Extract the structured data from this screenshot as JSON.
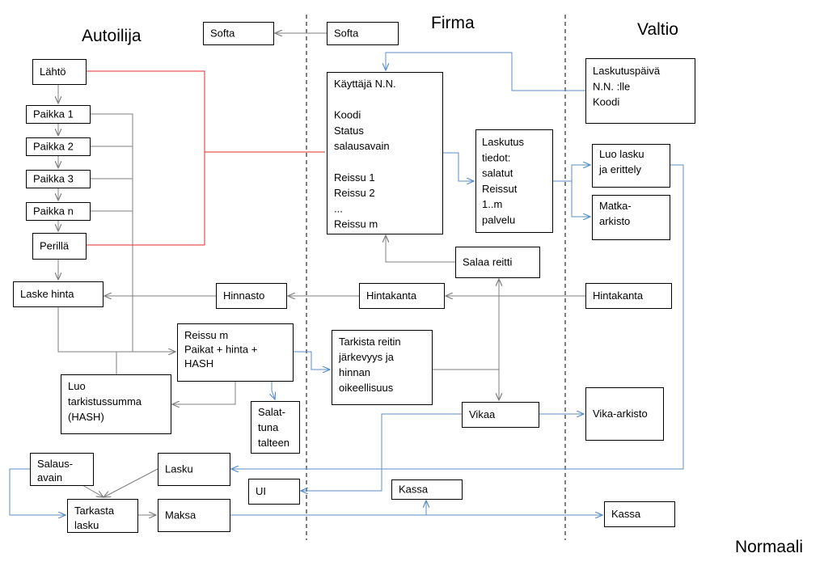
{
  "titles": {
    "autoilija": "Autoilija",
    "firma": "Firma",
    "valtio": "Valtio",
    "normaali": "Normaali"
  },
  "colors": {
    "gray": "#7f7f7f",
    "red": "#e32b2b",
    "blue": "#5b8fc7",
    "divider": "#000000"
  },
  "nodes": [
    {
      "id": "softa1",
      "lines": [
        "Softa"
      ]
    },
    {
      "id": "softa2",
      "lines": [
        "Softa"
      ]
    },
    {
      "id": "lahto",
      "lines": [
        "Lähtö"
      ]
    },
    {
      "id": "paikka1",
      "lines": [
        "Paikka 1"
      ]
    },
    {
      "id": "paikka2",
      "lines": [
        "Paikka 2"
      ]
    },
    {
      "id": "paikka3",
      "lines": [
        "Paikka 3"
      ]
    },
    {
      "id": "paikkan",
      "lines": [
        "Paikka n"
      ]
    },
    {
      "id": "perilla",
      "lines": [
        "Perillä"
      ]
    },
    {
      "id": "laskehinta",
      "lines": [
        "Laske hinta"
      ]
    },
    {
      "id": "kayttaja",
      "lines": [
        "Käyttäjä N.N.",
        "",
        "Koodi",
        "Status",
        "salausavain",
        "",
        "Reissu 1",
        "Reissu 2",
        "...",
        "Reissu m"
      ]
    },
    {
      "id": "laskutustiedot",
      "lines": [
        "Laskutus",
        "tiedot:",
        "salatut",
        "Reissut",
        "1..m",
        "palvelu"
      ]
    },
    {
      "id": "laskutuspaiva",
      "lines": [
        "Laskutuspäivä",
        "N.N. :lle",
        "Koodi"
      ]
    },
    {
      "id": "luolasku",
      "lines": [
        "Luo lasku",
        "ja erittely"
      ]
    },
    {
      "id": "matkaarkisto",
      "lines": [
        "Matka-",
        "arkisto"
      ]
    },
    {
      "id": "salaareitti",
      "lines": [
        "Salaa reitti"
      ]
    },
    {
      "id": "hinnasto",
      "lines": [
        "Hinnasto"
      ]
    },
    {
      "id": "hintakanta1",
      "lines": [
        "Hintakanta"
      ]
    },
    {
      "id": "hintakanta2",
      "lines": [
        "Hintakanta"
      ]
    },
    {
      "id": "reissum",
      "lines": [
        "Reissu m",
        "Paikat + hinta +",
        "HASH"
      ]
    },
    {
      "id": "tarkista",
      "lines": [
        "Tarkista reitin",
        "järkevyys ja",
        "hinnan",
        "oikeellisuus"
      ]
    },
    {
      "id": "luotarkistus",
      "lines": [
        "Luo",
        "tarkistussumma",
        "(HASH)"
      ]
    },
    {
      "id": "salattuna",
      "lines": [
        "Salat-",
        "tuna",
        "talteen"
      ]
    },
    {
      "id": "vikaarkisto",
      "lines": [
        "Vika-arkisto"
      ]
    },
    {
      "id": "vikaa",
      "lines": [
        "Vikaa"
      ]
    },
    {
      "id": "salausavain",
      "lines": [
        "Salaus-",
        "avain"
      ]
    },
    {
      "id": "lasku",
      "lines": [
        "Lasku"
      ]
    },
    {
      "id": "ui",
      "lines": [
        "UI"
      ]
    },
    {
      "id": "kassa1",
      "lines": [
        "Kassa"
      ]
    },
    {
      "id": "tarkastalasku",
      "lines": [
        "Tarkasta",
        "lasku"
      ]
    },
    {
      "id": "maksa",
      "lines": [
        "Maksa"
      ]
    },
    {
      "id": "kassa2",
      "lines": [
        "Kassa"
      ]
    }
  ]
}
